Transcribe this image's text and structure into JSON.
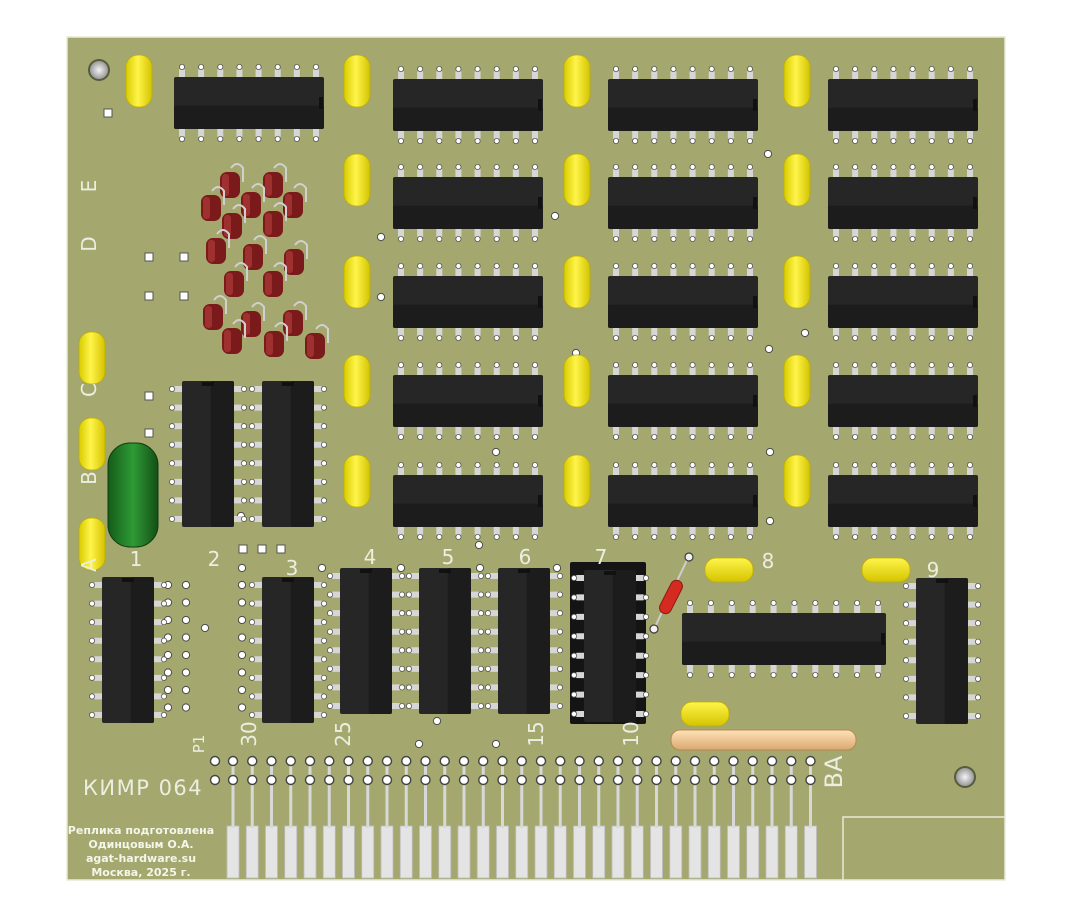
{
  "board": {
    "name": "КИМР 064",
    "credits": [
      "Реплика подготовлена",
      "Одинцовым О.А.",
      "agat-hardware.su",
      "Москва, 2025 г."
    ],
    "row_labels": [
      "E",
      "D",
      "C",
      "B",
      "A"
    ],
    "column_labels": [
      "1",
      "2",
      "3",
      "4",
      "5",
      "6",
      "7",
      "8",
      "9"
    ],
    "connector": {
      "ref": "P1",
      "pin_labels": [
        "30",
        "25",
        "15",
        "10"
      ],
      "side_label": "BA"
    },
    "colors": {
      "pcb": "#a4a76e",
      "chip": "#262626",
      "capacitor": "#f2e600",
      "electrolytic": "#1f7a25",
      "resistor": "#d42a20",
      "diode": "#7a1a1a",
      "gold_finger": "#e4e4e4"
    }
  }
}
